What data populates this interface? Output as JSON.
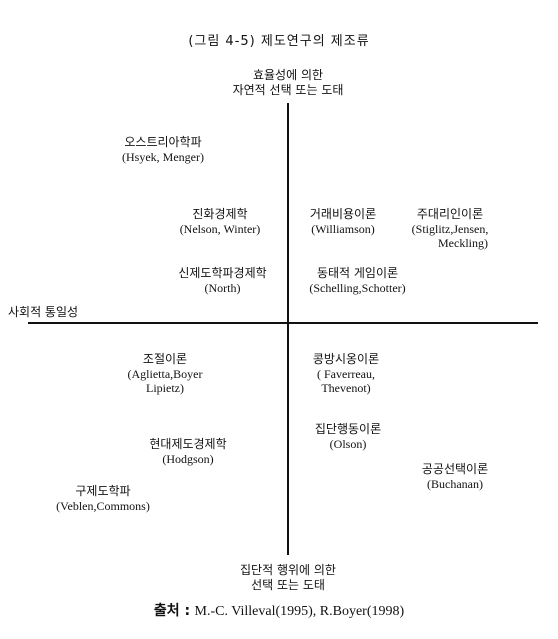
{
  "title": "(그림 4-5) 제도연구의 제조류",
  "axes": {
    "top": [
      "효율성에 의한",
      "자연적 선택 또는 도태"
    ],
    "bottom": [
      "집단적 행위에 의한",
      "선택 또는 도태"
    ],
    "left": "사회적 통일성"
  },
  "schools": {
    "austrian": {
      "ko": "오스트리아학파",
      "en": "(Hsyek, Menger)"
    },
    "evolutionary": {
      "ko": "진화경제학",
      "en": "(Nelson, Winter)"
    },
    "neo_institutional": {
      "ko": "신제도학파경제학",
      "en": "(North)"
    },
    "transaction_cost": {
      "ko": "거래비용이론",
      "en": "(Williamson)"
    },
    "principal_agent": {
      "ko": "주대리인이론",
      "en": "(Stiglitz,Jensen,",
      "en2": "Meckling)"
    },
    "dynamic_game": {
      "ko": "동태적 게임이론",
      "en": "(Schelling,Schotter)"
    },
    "regulation": {
      "ko": "조절이론",
      "en": "(Aglietta,Boyer",
      "en2": "Lipietz)"
    },
    "conventions": {
      "ko": "콩방시옹이론",
      "en": "( Faverreau,",
      "en2": "Thevenot)"
    },
    "modern_institutional": {
      "ko": "현대제도경제학",
      "en": "(Hodgson)"
    },
    "collective_action": {
      "ko": "집단행동이론",
      "en": "(Olson)"
    },
    "public_choice": {
      "ko": "공공선택이론",
      "en": "(Buchanan)"
    },
    "old_institutional": {
      "ko": "구제도학파",
      "en": "(Veblen,Commons)"
    }
  },
  "source": {
    "label": "출처 :",
    "citation": "M.-C. Villeval(1995), R.Boyer(1998)"
  }
}
